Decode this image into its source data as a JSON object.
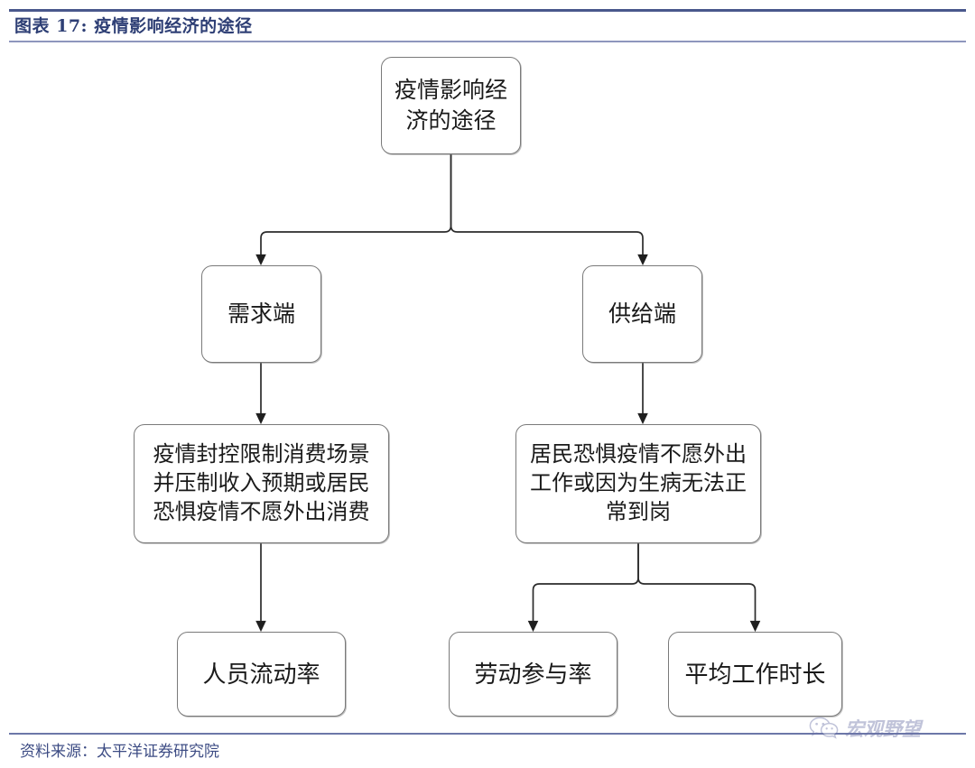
{
  "header": {
    "figure_title": "图表 17: 疫情影响经济的途径"
  },
  "footer": {
    "source_note": "资料来源：太平洋证券研究院"
  },
  "watermark": {
    "icon": "wechat-icon",
    "text": "宏观野望"
  },
  "colors": {
    "title_text": "#2e3f75",
    "rule_top": "#49588c",
    "rule_title_bottom": "#8e96bd",
    "rule_footer": "#6c77a8",
    "node_border": "#7a7a7a",
    "node_fill": "#ffffff",
    "connector": "#2b2b2b",
    "watermark": "#6b72a6"
  },
  "chart_data": {
    "type": "diagram",
    "title": "图表 17: 疫情影响经济的途径",
    "diagram_kind": "flowchart-tree",
    "orientation": "top-down",
    "nodes": [
      {
        "id": "root",
        "label": "疫情影响经济的途径",
        "level": 0
      },
      {
        "id": "demand",
        "label": "需求端",
        "level": 1
      },
      {
        "id": "supply",
        "label": "供给端",
        "level": 1
      },
      {
        "id": "demand_detail",
        "label": "疫情封控限制消费场景并压制收入预期或居民恐惧疫情不愿外出消费",
        "level": 2
      },
      {
        "id": "supply_detail",
        "label": "居民恐惧疫情不愿外出工作或因为生病无法正常到岗",
        "level": 2
      },
      {
        "id": "mobility",
        "label": "人员流动率",
        "level": 3
      },
      {
        "id": "lfpr",
        "label": "劳动参与率",
        "level": 3
      },
      {
        "id": "hours",
        "label": "平均工作时长",
        "level": 3
      }
    ],
    "edges": [
      {
        "from": "root",
        "to": "demand",
        "style": "elbow-arrow"
      },
      {
        "from": "root",
        "to": "supply",
        "style": "elbow-arrow"
      },
      {
        "from": "demand",
        "to": "demand_detail",
        "style": "straight-arrow"
      },
      {
        "from": "supply",
        "to": "supply_detail",
        "style": "straight-arrow"
      },
      {
        "from": "demand_detail",
        "to": "mobility",
        "style": "straight-arrow"
      },
      {
        "from": "supply_detail",
        "to": "lfpr",
        "style": "elbow-arrow"
      },
      {
        "from": "supply_detail",
        "to": "hours",
        "style": "elbow-arrow"
      }
    ]
  },
  "nodes": {
    "root": {
      "label": "疫情影响经\n济的途径"
    },
    "demand": {
      "label": "需求端"
    },
    "supply": {
      "label": "供给端"
    },
    "demand_detail": {
      "label": "疫情封控限制消费场景\n并压制收入预期或居民\n恐惧疫情不愿外出消费"
    },
    "supply_detail": {
      "label": "居民恐惧疫情不愿外出\n工作或因为生病无法正\n常到岗"
    },
    "mobility": {
      "label": "人员流动率"
    },
    "lfpr": {
      "label": "劳动参与率"
    },
    "hours": {
      "label": "平均工作时长"
    }
  }
}
